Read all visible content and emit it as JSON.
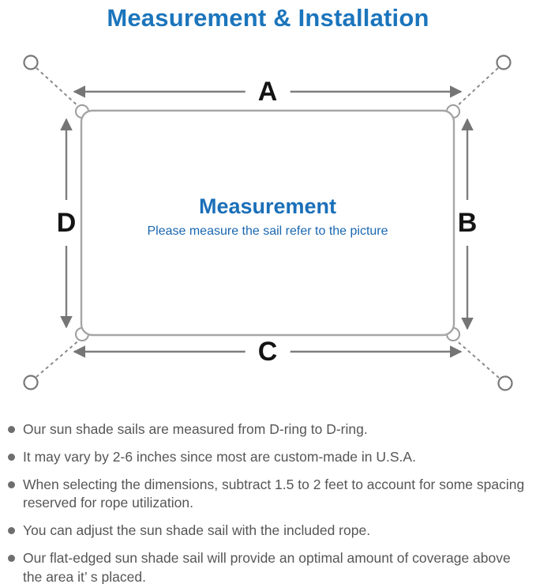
{
  "title": "Measurement & Installation",
  "diagram": {
    "label_top": "A",
    "label_right": "B",
    "label_bottom": "C",
    "label_left": "D",
    "center_heading": "Measurement",
    "center_subtext": "Please measure the sail refer to the picture"
  },
  "bullets": [
    "Our sun shade sails are measured from D-ring to D-ring.",
    "It may vary by 2-6 inches since most are custom-made in U.S.A.",
    "When selecting the dimensions, subtract 1.5 to 2 feet to account for some spacing reserved for rope utilization.",
    "You can adjust the sun shade sail with the included rope.",
    "Our flat-edged sun shade sail will provide an optimal amount of coverage above the area it’ s placed."
  ],
  "icons": {
    "anchor_ring": "anchor-ring-icon",
    "d_ring": "d-ring-icon",
    "dimension_arrow": "double-arrow-icon",
    "bullet": "bullet-dot-icon"
  },
  "colors": {
    "title_blue": "#1b75bc",
    "center_heading_blue": "#1a6fb8",
    "center_subtext_blue": "#1a67b0",
    "sail_outline_gray": "#a6a6a6",
    "dimension_line_gray": "#7e7e7e",
    "rope_dash_gray": "#8a8a8a",
    "body_text_gray": "#565656"
  }
}
